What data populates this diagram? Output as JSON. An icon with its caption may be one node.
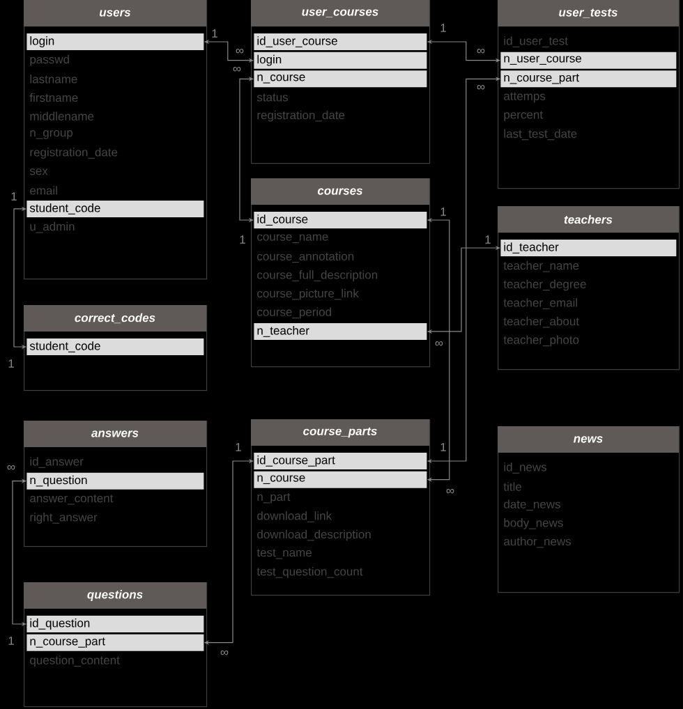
{
  "diagram": {
    "nodes": [
      {
        "text": [
          "users",
          "passwd",
          "lastname",
          "firstname",
          "middlename",
          "n_group",
          "registration_date",
          "sex",
          "email",
          "u_admin"
        ]
      },
      {
        "text": [
          "login"
        ],
        "in": 0,
        "beside": [
          "1"
        ]
      },
      {
        "text": [
          "student_code"
        ],
        "in": 0,
        "beside": [
          "1"
        ]
      },
      {
        "text": [
          "user_courses",
          "status",
          "registration_date"
        ]
      },
      {
        "text": [
          "id_user_course"
        ],
        "in": 3,
        "beside": [
          "1"
        ]
      },
      {
        "text": [
          "login"
        ],
        "in": 3,
        "beside": [
          "∞"
        ]
      },
      {
        "text": [
          "n_course"
        ],
        "in": 3,
        "beside": [
          "∞"
        ]
      },
      {
        "text": [
          "user_tests",
          "id_user_test",
          "attemps",
          "percent",
          "last_test_date"
        ]
      },
      {
        "text": [
          "n_user_course"
        ],
        "in": 7,
        "beside": [
          "∞"
        ]
      },
      {
        "text": [
          "n_course_part"
        ],
        "in": 7,
        "beside": [
          "∞"
        ]
      },
      {
        "text": [
          "courses",
          "course_name",
          "course_annotation",
          "course_full_description",
          "course_picture_link",
          "course_period"
        ]
      },
      {
        "text": [
          "id_course"
        ],
        "in": 10,
        "beside": [
          "1",
          "1"
        ]
      },
      {
        "text": [
          "n_teacher"
        ],
        "in": 10,
        "beside": [
          "∞"
        ]
      },
      {
        "text": [
          "teachers",
          "teacher_name",
          "teacher_degree",
          "teacher_email",
          "teacher_about",
          "teacher_photo"
        ]
      },
      {
        "text": [
          "id_teacher"
        ],
        "in": 13,
        "beside": [
          "1"
        ]
      },
      {
        "text": [
          "correct_codes"
        ]
      },
      {
        "text": [
          "student_code"
        ],
        "in": 15,
        "beside": [
          "1"
        ]
      },
      {
        "text": [
          "answers",
          "id_answer",
          "answer_content",
          "right_answer"
        ]
      },
      {
        "text": [
          "n_question"
        ],
        "in": 17,
        "beside": [
          "∞"
        ]
      },
      {
        "text": [
          "course_parts",
          "n_part",
          "download_link",
          "download_description",
          "test_name",
          "test_question_count"
        ]
      },
      {
        "text": [
          "id_course_part"
        ],
        "in": 19,
        "beside": [
          "1",
          "1"
        ]
      },
      {
        "text": [
          "n_course"
        ],
        "in": 19,
        "beside": [
          "∞"
        ]
      },
      {
        "text": [
          "news",
          "id_news",
          "title",
          "date_news",
          "body_news",
          "author_news"
        ]
      },
      {
        "text": [
          "questions",
          "question_content"
        ]
      },
      {
        "text": [
          "id_question"
        ],
        "in": 23,
        "beside": [
          "1"
        ]
      },
      {
        "text": [
          "n_course_part"
        ],
        "in": 23,
        "beside": [
          "∞"
        ]
      }
    ],
    "edges": [
      {
        "from": 1,
        "to": 5,
        "arrow": "both"
      },
      {
        "from": 4,
        "to": 8,
        "arrow": "both"
      },
      {
        "from": 11,
        "to": 6,
        "arrow": "both"
      },
      {
        "from": 20,
        "to": 9,
        "arrow": "both"
      },
      {
        "from": 14,
        "to": 12,
        "arrow": "both"
      },
      {
        "from": 11,
        "to": 21,
        "arrow": "both"
      },
      {
        "from": 2,
        "to": 16,
        "arrow": "both"
      },
      {
        "from": 24,
        "to": 18,
        "arrow": "both"
      },
      {
        "from": 20,
        "to": 25,
        "arrow": "both"
      }
    ]
  }
}
